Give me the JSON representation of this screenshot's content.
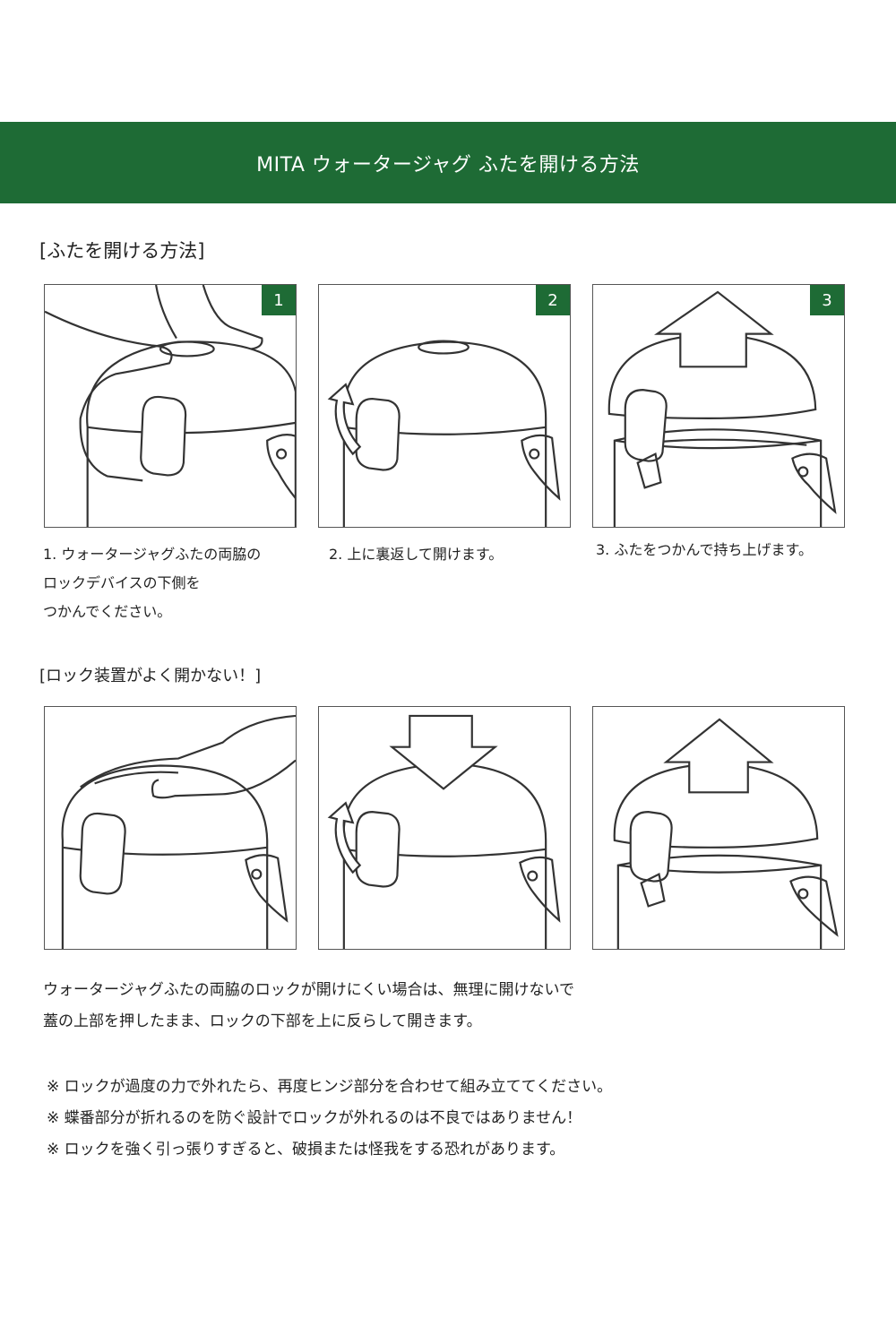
{
  "banner": {
    "title": "MITA ウォータージャグ ふたを開ける方法"
  },
  "section1": {
    "title": "[ふたを開ける方法]",
    "steps": [
      {
        "number": "1",
        "caption_lines": [
          "1. ウォータージャグふたの両脇の",
          "ロックデバイスの下側を",
          "つかんでください。"
        ]
      },
      {
        "number": "2",
        "caption_lines": [
          "2. 上に裏返して開けます。"
        ]
      },
      {
        "number": "3",
        "caption_lines": [
          "3. ふたをつかんで持ち上げます。"
        ]
      }
    ]
  },
  "section2": {
    "title": "[ロック装置がよく開かない！]",
    "description_lines": [
      "ウォータージャグふたの両脇のロックが開けにくい場合は、無理に開けないで",
      "蓋の上部を押したまま、ロックの下部を上に反らして開きます。"
    ],
    "notes": [
      "※ ロックが過度の力で外れたら、再度ヒンジ部分を合わせて組み立ててください。",
      "※ 蝶番部分が折れるのを防ぐ設計でロックが外れるのは不良ではありません！",
      "※ ロックを強く引っ張りすぎると、破損または怪我をする恐れがあります。"
    ]
  },
  "colors": {
    "brand_green": "#1e6b35",
    "line": "#333333"
  }
}
